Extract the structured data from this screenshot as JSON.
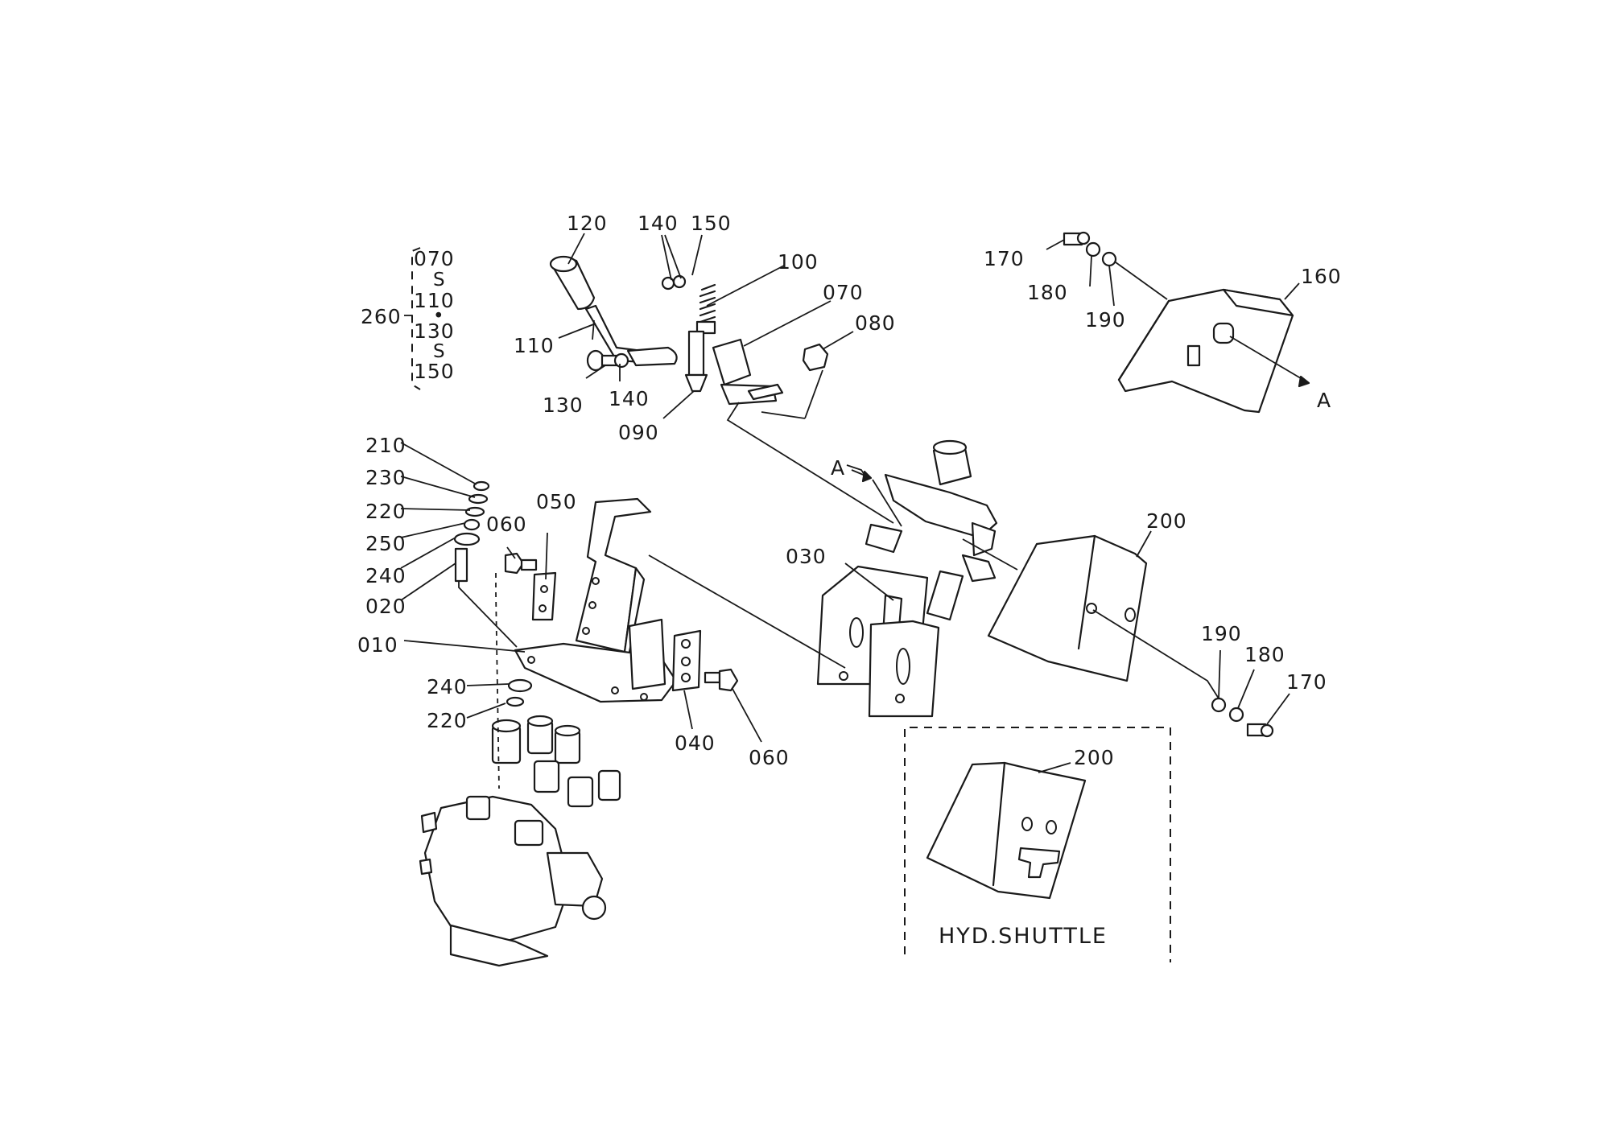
{
  "callouts": {
    "c010": "010",
    "c020": "020",
    "c030": "030",
    "c040": "040",
    "c050": "050",
    "c060a": "060",
    "c060b": "060",
    "c070": "070",
    "c080": "080",
    "c090": "090",
    "c100": "100",
    "c110": "110",
    "c120": "120",
    "c130": "130",
    "c140a": "140",
    "c140b": "140",
    "c150": "150",
    "c160": "160",
    "c170a": "170",
    "c170b": "170",
    "c180a": "180",
    "c180b": "180",
    "c190a": "190",
    "c190b": "190",
    "c200a": "200",
    "c200b": "200",
    "c210": "210",
    "c220a": "220",
    "c220b": "220",
    "c230": "230",
    "c240a": "240",
    "c240b": "240",
    "c250": "250",
    "c260": "260"
  },
  "group_260": {
    "items": [
      "070",
      "110",
      "130",
      "150"
    ],
    "range_marks": [
      "S",
      "•",
      "S"
    ]
  },
  "view_marks": {
    "a1": "A",
    "a2": "A"
  },
  "inset": {
    "caption": "HYD.SHUTTLE"
  }
}
